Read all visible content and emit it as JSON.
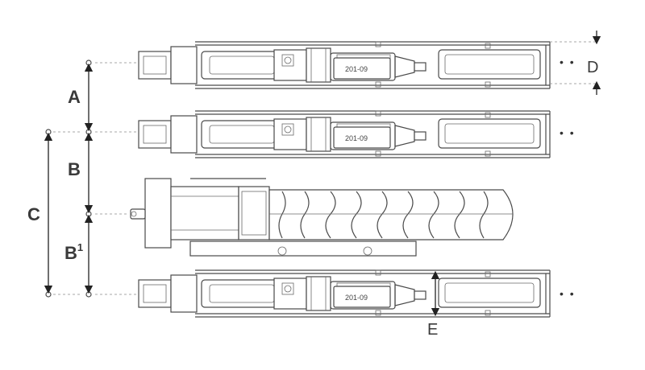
{
  "labels": {
    "a": "A",
    "b": "B",
    "b1_base": "B",
    "b1_sup": "1",
    "c": "C",
    "d": "D",
    "e": "E"
  },
  "frame_plate": "201-09",
  "continuation": "• •",
  "colors": {
    "line": "#4a4a4a",
    "arrow": "#222222",
    "label": "#3a3a3a"
  }
}
